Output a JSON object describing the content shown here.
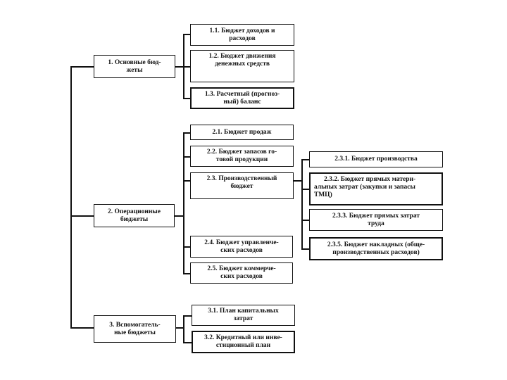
{
  "diagram": {
    "type": "org-tree",
    "language": "ru",
    "background_color": "#ffffff",
    "line_color": "#111111",
    "tree": [
      {
        "label": "1. Основные бюд-\nжеты",
        "children": [
          {
            "label": "1.1. Бюджет доходов и\nрасходов"
          },
          {
            "label": "1.2. Бюджет движения\nденежных средств"
          },
          {
            "label": "1.3. Расчетный (прогноз-\nный) баланс"
          }
        ]
      },
      {
        "label": "2. Операционные\nбюджеты",
        "children": [
          {
            "label": "2.1. Бюджет продаж"
          },
          {
            "label": "2.2. Бюджет запасов го-\nтовой продукции"
          },
          {
            "label": "2.3. Производственный\nбюджет",
            "children": [
              {
                "label": "2.3.1. Бюджет производства"
              },
              {
                "label": "2.3.2. Бюджет прямых матери-\nальных затрат (закупки и запасы\nТМЦ)"
              },
              {
                "label": "2.3.3. Бюджет прямых затрат\nтруда"
              },
              {
                "label": "2.3.5. Бюджет накладных (обще-\nпроизводственных расходов)"
              }
            ]
          },
          {
            "label": "2.4. Бюджет управленче-\nских расходов"
          },
          {
            "label": "2.5. Бюджет коммерче-\nских расходов"
          }
        ]
      },
      {
        "label": "3. Вспомогатель-\nные бюджеты",
        "children": [
          {
            "label": "3.1. План капитальных\nзатрат"
          },
          {
            "label": "3.2. Кредитный или инве-\nстиционный план"
          }
        ]
      }
    ]
  }
}
